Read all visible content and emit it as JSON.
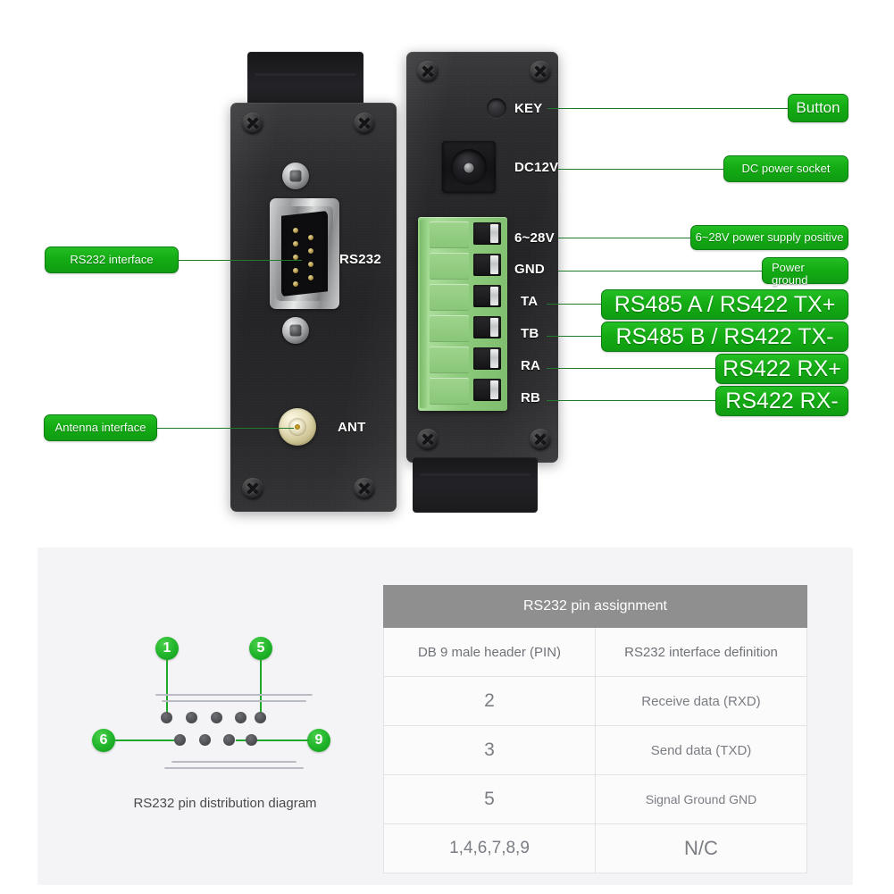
{
  "photo": {
    "left_device": {
      "silkscreen": [
        {
          "key": "rs232",
          "text": "RS232"
        },
        {
          "key": "ant",
          "text": "ANT"
        }
      ]
    },
    "right_device": {
      "silkscreen": [
        {
          "key": "key",
          "text": "KEY"
        },
        {
          "key": "dc12v",
          "text": "DC12V"
        },
        {
          "key": "v6_28",
          "text": "6~28V"
        },
        {
          "key": "gnd",
          "text": "GND"
        },
        {
          "key": "ta",
          "text": "TA"
        },
        {
          "key": "tb",
          "text": "TB"
        },
        {
          "key": "ra",
          "text": "RA"
        },
        {
          "key": "rb",
          "text": "RB"
        }
      ]
    },
    "callouts_left": [
      {
        "key": "rs232_interface",
        "text": "RS232 interface"
      },
      {
        "key": "antenna_interface",
        "text": "Antenna interface"
      }
    ],
    "callouts_right": [
      {
        "key": "button",
        "text": "Button"
      },
      {
        "key": "dc_power_socket",
        "text": "DC power socket"
      },
      {
        "key": "power_positive",
        "text": "6~28V power supply positive"
      },
      {
        "key": "power_ground_line1",
        "text": "Power"
      },
      {
        "key": "power_ground_line2",
        "text": "ground"
      },
      {
        "key": "ta_def",
        "text": "RS485 A / RS422 TX+"
      },
      {
        "key": "tb_def",
        "text": "RS485 B / RS422 TX-"
      },
      {
        "key": "ra_def",
        "text": "RS422 RX+"
      },
      {
        "key": "rb_def",
        "text": "RS422 RX-"
      }
    ]
  },
  "pin_diagram": {
    "caption": "RS232 pin distribution diagram",
    "callouts": [
      {
        "key": "pin1",
        "label": "1"
      },
      {
        "key": "pin5",
        "label": "5"
      },
      {
        "key": "pin6",
        "label": "6"
      },
      {
        "key": "pin9",
        "label": "9"
      }
    ]
  },
  "pin_table": {
    "title": "RS232 pin assignment",
    "columns": [
      "DB 9 male header (PIN)",
      "RS232 interface definition"
    ],
    "rows": [
      {
        "pin": "2",
        "definition": "Receive data (RXD)"
      },
      {
        "pin": "3",
        "definition": "Send data (TXD)"
      },
      {
        "pin": "5",
        "definition": "Signal Ground GND"
      },
      {
        "pin": "1,4,6,7,8,9",
        "definition": "N/C"
      }
    ]
  },
  "colors": {
    "tag_green": "#14ac14",
    "tag_border": "#0c7d12",
    "leader_green": "#1f7a2e",
    "table_header_gray": "#8f8f8f",
    "panel_background": "#f4f4f7",
    "terminal_block_green": "#8cc97b"
  }
}
